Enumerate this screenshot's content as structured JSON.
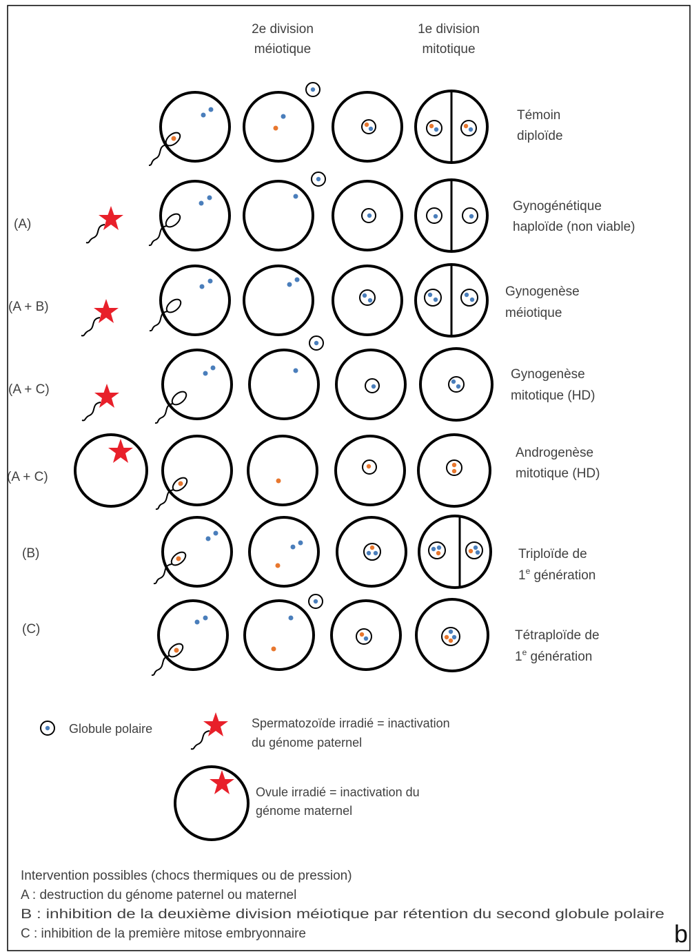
{
  "colors": {
    "maternal": "#4a7ebb",
    "paternal": "#e8772e",
    "irradiation": "#e8202a",
    "outline": "#000000",
    "text": "#404040"
  },
  "headers": {
    "col2_line1": "2e division",
    "col2_line2": "méiotique",
    "col4_line1": "1e division",
    "col4_line2": "mitotique"
  },
  "rows": [
    {
      "code": "",
      "label_line1": "Témoin",
      "label_line2": "diploïde"
    },
    {
      "code": "(A)",
      "label_line1": "Gynogénétique",
      "label_line2": "haploïde (non viable)"
    },
    {
      "code": "(A + B)",
      "label_line1": "Gynogenèse",
      "label_line2": "méiotique"
    },
    {
      "code": "(A + C)",
      "label_line1": "Gynogenèse",
      "label_line2": "mitotique (HD)"
    },
    {
      "code": "(A + C)",
      "label_line1": "Androgenèse",
      "label_line2": "mitotique (HD)"
    },
    {
      "code": "(B)",
      "label_line1": "Triploïde de",
      "label_line2_base": "1",
      "label_line2_sup": "e",
      "label_line2_rest": " génération"
    },
    {
      "code": "(C)",
      "label_line1": "Tétraploïde de",
      "label_line2_base": "1",
      "label_line2_sup": "e",
      "label_line2_rest": " génération"
    }
  ],
  "legend": {
    "polar_body": "Globule polaire",
    "sperm_line1": "Spermatozoïde irradié = inactivation",
    "sperm_line2": "du génome paternel",
    "ovule_line1": "Ovule irradié = inactivation du",
    "ovule_line2": "génome maternel"
  },
  "notes": {
    "title": "Intervention possibles (chocs thermiques ou de pression)",
    "a": "A : destruction du génome paternel ou maternel",
    "b": "B : inhibition de la deuxième division méiotique par rétention du second globule polaire",
    "c": "C : inhibition de la première mitose embryonnaire"
  },
  "panel_letter": "b"
}
